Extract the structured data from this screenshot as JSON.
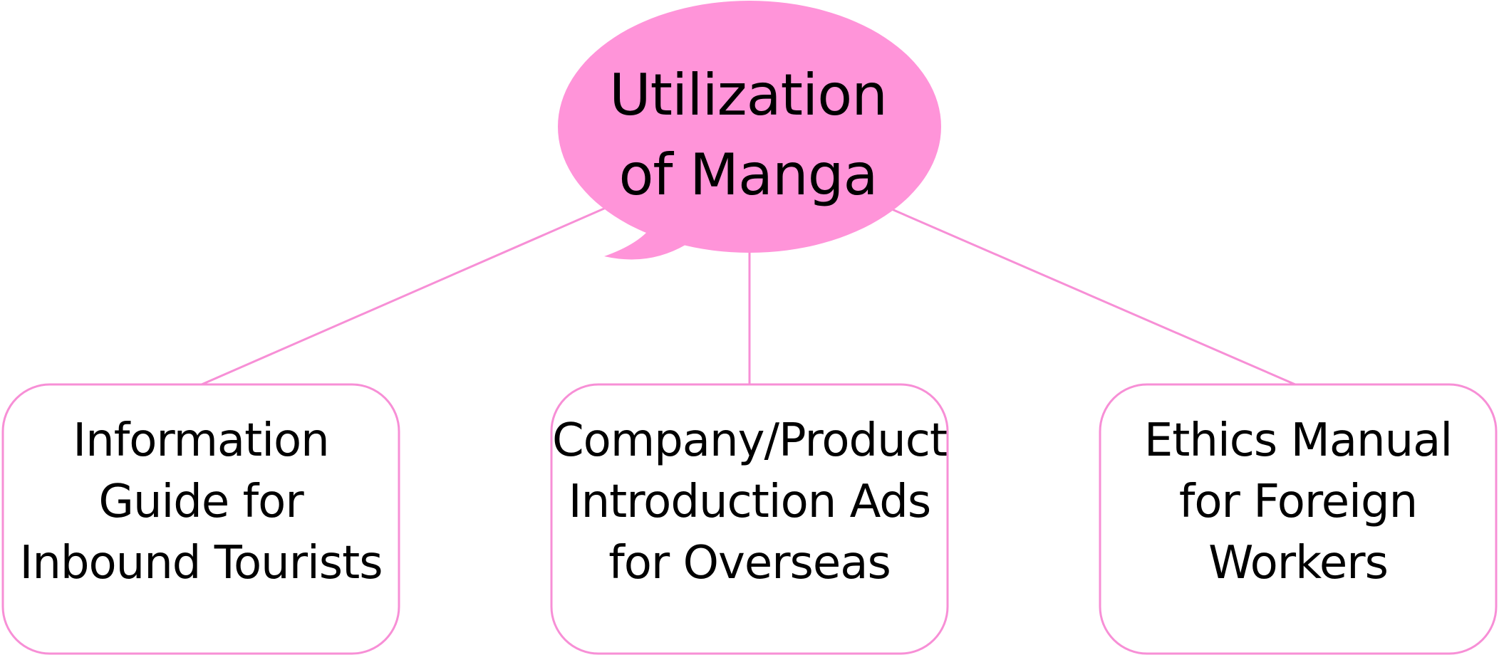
{
  "diagram": {
    "colors": {
      "bubble_fill": "#ff94d9",
      "line": "#f78fd6",
      "box_border": "#f78fd6",
      "box_fill": "#ffffff",
      "text": "#000000"
    },
    "root": {
      "lines": [
        "Utilization",
        "of Manga"
      ]
    },
    "children": [
      {
        "lines": [
          "Information",
          "Guide for",
          "Inbound Tourists"
        ]
      },
      {
        "lines": [
          "Company/Product",
          "Introduction Ads",
          "for Overseas"
        ]
      },
      {
        "lines": [
          "Ethics Manual",
          "for Foreign",
          "Workers"
        ]
      }
    ]
  }
}
